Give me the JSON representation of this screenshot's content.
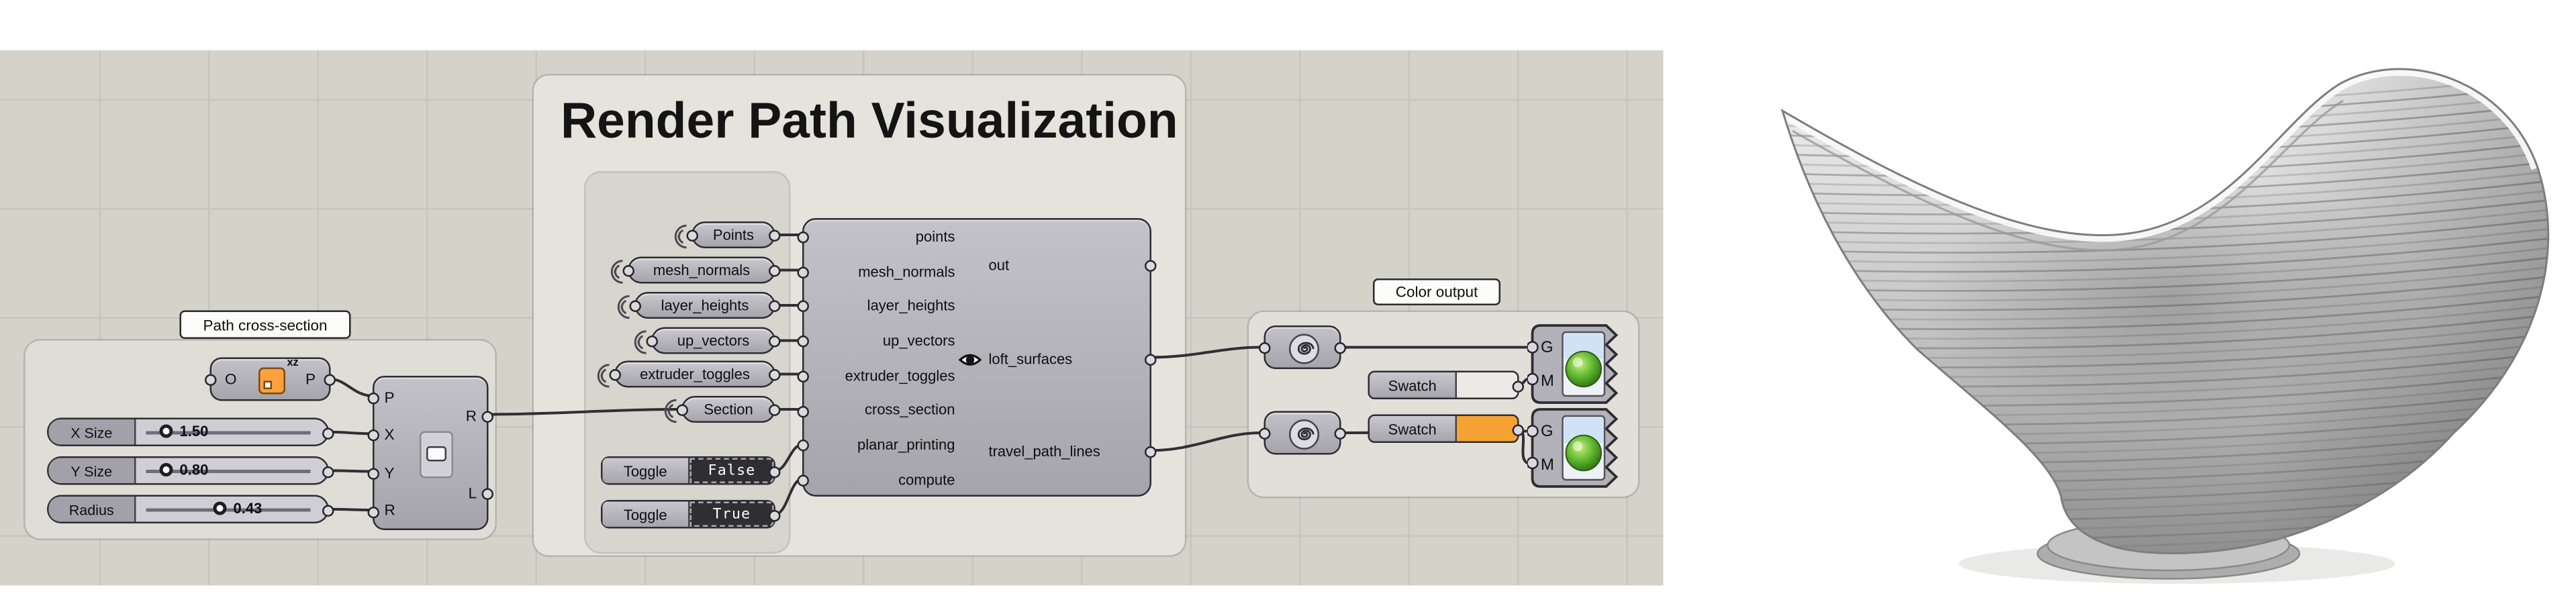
{
  "groups": {
    "path_cross_section": {
      "label": "Path cross-section"
    },
    "render_path": {
      "title": "Render Path Visualization"
    },
    "color_output": {
      "label": "Color output"
    }
  },
  "plane_component": {
    "input": "O",
    "output": "P",
    "tag": "xz"
  },
  "sliders": [
    {
      "name": "X Size",
      "value": "1.50"
    },
    {
      "name": "Y Size",
      "value": "0.80"
    },
    {
      "name": "Radius",
      "value": "0.43"
    }
  ],
  "rectangle_component": {
    "inputs": [
      "P",
      "X",
      "Y",
      "R"
    ],
    "outputs": [
      "R",
      "L"
    ]
  },
  "capsules": [
    {
      "label": "Points"
    },
    {
      "label": "mesh_normals"
    },
    {
      "label": "layer_heights"
    },
    {
      "label": "up_vectors"
    },
    {
      "label": "extruder_toggles"
    },
    {
      "label": "Section"
    }
  ],
  "toggles": [
    {
      "label": "Toggle",
      "value": "False"
    },
    {
      "label": "Toggle",
      "value": "True"
    }
  ],
  "main_component": {
    "inputs": [
      "points",
      "mesh_normals",
      "layer_heights",
      "up_vectors",
      "extruder_toggles",
      "cross_section",
      "planar_printing",
      "compute"
    ],
    "outputs": [
      "out",
      "loft_surfaces",
      "travel_path_lines"
    ]
  },
  "swatches": [
    {
      "label": "Swatch",
      "color": "#eceae6"
    },
    {
      "label": "Swatch",
      "color": "#f5a233"
    }
  ],
  "preview_components": [
    {
      "ports": [
        "G",
        "M"
      ]
    },
    {
      "ports": [
        "G",
        "M"
      ]
    }
  ],
  "colors": {
    "canvas": "#d5d2ca",
    "accent_orange": "#ffa03f",
    "wire": "#2f2f34"
  }
}
